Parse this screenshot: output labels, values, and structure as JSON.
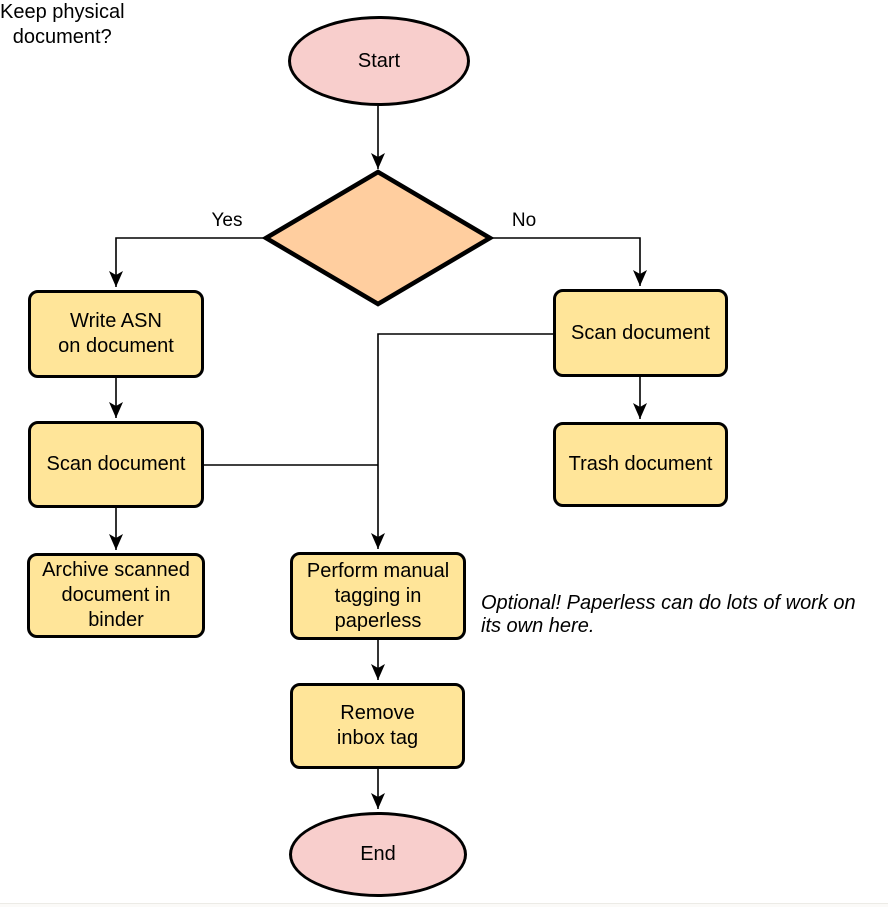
{
  "diagram": {
    "type": "flowchart",
    "topic": "Paperless document intake workflow"
  },
  "nodes": {
    "start": {
      "label": "Start",
      "shape": "terminator"
    },
    "decision": {
      "label": "Keep physical\ndocument?",
      "shape": "decision"
    },
    "write_asn": {
      "label": "Write ASN\non document",
      "shape": "process"
    },
    "scan_left": {
      "label": "Scan document",
      "shape": "process"
    },
    "archive": {
      "label": "Archive scanned\ndocument in\nbinder",
      "shape": "process"
    },
    "scan_right": {
      "label": "Scan document",
      "shape": "process"
    },
    "trash": {
      "label": "Trash document",
      "shape": "process"
    },
    "tagging": {
      "label": "Perform manual\ntagging in\npaperless",
      "shape": "process"
    },
    "remove_inbox": {
      "label": "Remove\ninbox tag",
      "shape": "process"
    },
    "end": {
      "label": "End",
      "shape": "terminator"
    }
  },
  "edges": {
    "yes_label": "Yes",
    "no_label": "No"
  },
  "annotation": {
    "text": "Optional! Paperless can do lots of work on\nits own here."
  },
  "colors": {
    "background": "#ffffff",
    "stroke": "#000000",
    "terminator_fill": "#f8cecc",
    "decision_fill": "#ffce9f",
    "process_fill": "#ffe599"
  }
}
